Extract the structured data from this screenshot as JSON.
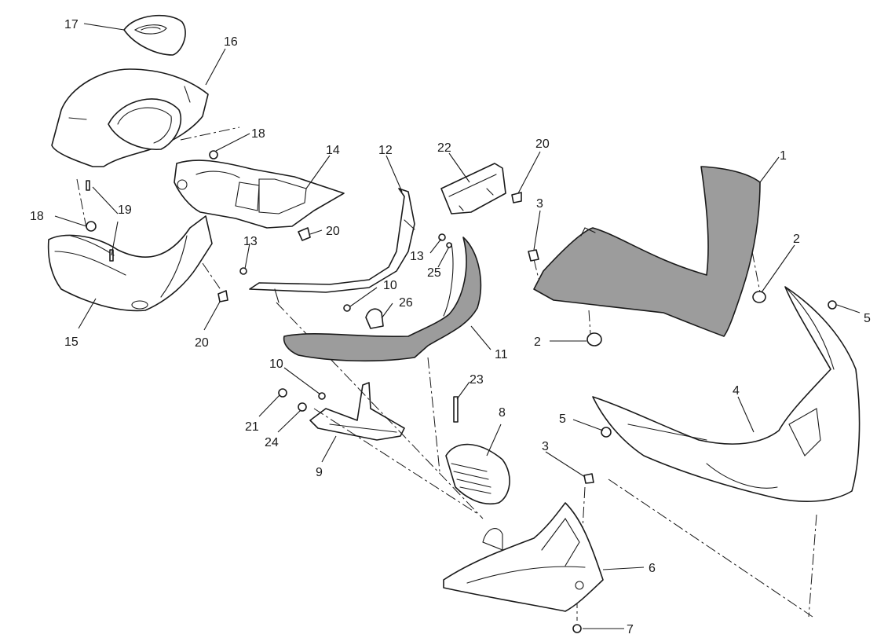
{
  "callouts": {
    "c1": "1",
    "c2a": "2",
    "c2b": "2",
    "c3a": "3",
    "c3b": "3",
    "c4": "4",
    "c5a": "5",
    "c5b": "5",
    "c6": "6",
    "c7": "7",
    "c8": "8",
    "c9": "9",
    "c10a": "10",
    "c10b": "10",
    "c11": "11",
    "c12": "12",
    "c13a": "13",
    "c13b": "13",
    "c14": "14",
    "c15": "15",
    "c16": "16",
    "c17": "17",
    "c18a": "18",
    "c18b": "18",
    "c19": "19",
    "c20a": "20",
    "c20b": "20",
    "c20c": "20",
    "c21": "21",
    "c22": "22",
    "c23": "23",
    "c24": "24",
    "c25": "25",
    "c26": "26"
  },
  "colors": {
    "line": "#1a1a1a",
    "shaded_part": "#9c9c9c",
    "background": "#ffffff"
  }
}
